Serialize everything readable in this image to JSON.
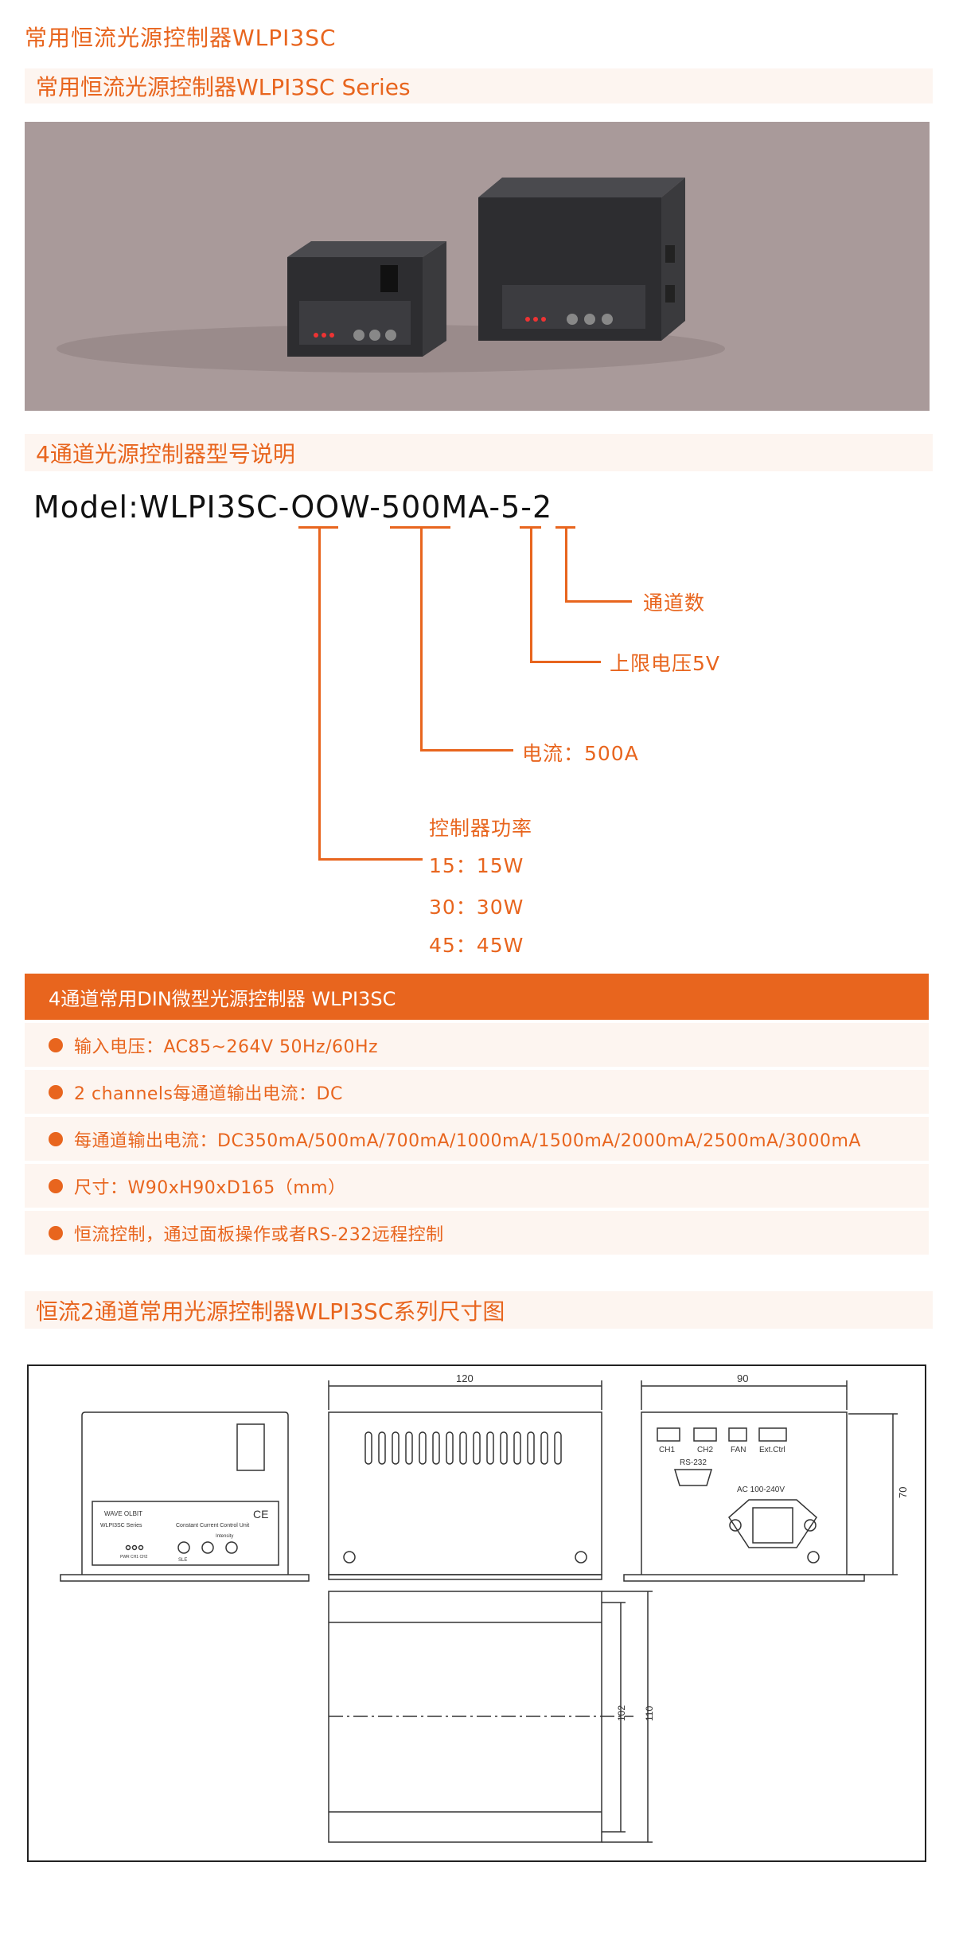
{
  "page_title": "常用恒流光源控制器WLPI3SC",
  "series_heading": "常用恒流光源控制器WLPI3SC Series",
  "model_section": {
    "heading": "4通道光源控制器型号说明",
    "model_code": "Model:WLPI3SC-OOW-500MA-5-2",
    "annotations": {
      "channels": "通道数",
      "voltage_limit": "上限电压5V",
      "current": "电流：500A",
      "power_title": "控制器功率",
      "power_options": [
        "15：15W",
        "30：30W",
        "45：45W"
      ]
    }
  },
  "spec": {
    "header": "4通道常用DIN微型光源控制器 WLPI3SC",
    "items": [
      "输入电压：AC85~264V 50Hz/60Hz",
      "2 channels每通道输出电流：DC",
      "每通道输出电流：DC350mA/500mA/700mA/1000mA/1500mA/2000mA/2500mA/3000mA",
      "尺寸：W90xH90xD165（mm）",
      "恒流控制，通过面板操作或者RS-232远程控制"
    ]
  },
  "dimension_section": {
    "heading": "恒流2通道常用光源控制器WLPI3SC系列尺寸图",
    "dims": {
      "width_side": "120",
      "width_rear": "90",
      "height": "70",
      "depth_inner": "102",
      "depth_outer": "110"
    },
    "rear_ports": [
      "CH1",
      "CH2",
      "FAN",
      "Ext.Ctrl"
    ],
    "rs232": "RS-232",
    "ac_label": "AC 100-240V",
    "front_panel": {
      "brand": "WAVE OLBIT",
      "series": "WLPI3SC Series",
      "unit": "Constant Current Control Unit",
      "intensity": "Intensity",
      "leds": "PWR CH1 CH2",
      "sle": "SLE",
      "ce": "CE"
    }
  },
  "colors": {
    "accent": "#e8651e",
    "light_bg": "#fdf5f0",
    "photo_bg": "#a99a9a"
  }
}
